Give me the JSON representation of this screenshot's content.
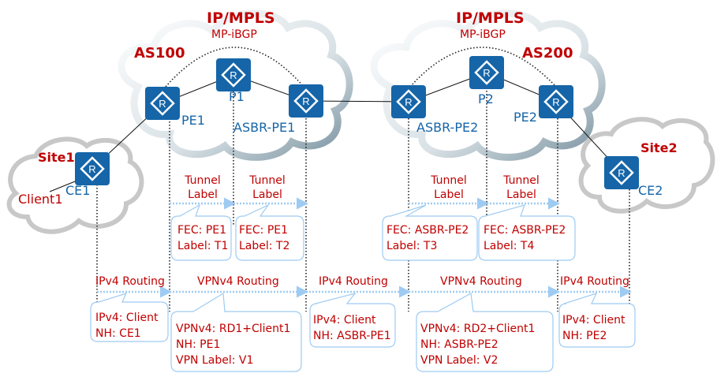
{
  "diagram": {
    "colors": {
      "title_red": "#c00000",
      "node_blue": "#1565a8",
      "router_fill": "#1565a8",
      "arrow_blue": "#9ecbf2",
      "callout_border": "#9ecbf2"
    },
    "domains": [
      {
        "id": "as100",
        "title": "IP/MPLS",
        "subtitle": "MP-iBGP",
        "as_label": "AS100"
      },
      {
        "id": "as200",
        "title": "IP/MPLS",
        "subtitle": "MP-iBGP",
        "as_label": "AS200"
      }
    ],
    "sites": [
      {
        "id": "site1",
        "label": "Site1",
        "client": "Client1"
      },
      {
        "id": "site2",
        "label": "Site2"
      }
    ],
    "routers": [
      {
        "id": "CE1",
        "label": "CE1",
        "icon": "router-icon"
      },
      {
        "id": "PE1",
        "label": "PE1",
        "icon": "router-icon"
      },
      {
        "id": "P1",
        "label": "P1",
        "icon": "router-icon"
      },
      {
        "id": "ASBR-PE1",
        "label": "ASBR-PE1",
        "icon": "router-icon"
      },
      {
        "id": "ASBR-PE2",
        "label": "ASBR-PE2",
        "icon": "router-icon"
      },
      {
        "id": "P2",
        "label": "P2",
        "icon": "router-icon"
      },
      {
        "id": "PE2",
        "label": "PE2",
        "icon": "router-icon"
      },
      {
        "id": "CE2",
        "label": "CE2",
        "icon": "router-icon"
      }
    ],
    "links": [
      [
        "CE1",
        "PE1"
      ],
      [
        "PE1",
        "P1"
      ],
      [
        "P1",
        "ASBR-PE1"
      ],
      [
        "ASBR-PE1",
        "ASBR-PE2"
      ],
      [
        "ASBR-PE2",
        "P2"
      ],
      [
        "P2",
        "PE2"
      ],
      [
        "PE2",
        "CE2"
      ]
    ],
    "tunnel_segments": [
      {
        "label_line1": "Tunnel",
        "label_line2": "Label",
        "fec": "FEC: PE1",
        "label": "Label: T1"
      },
      {
        "label_line1": "Tunnel",
        "label_line2": "Label",
        "fec": "FEC: PE1",
        "label": "Label: T2"
      },
      {
        "label_line1": "Tunnel",
        "label_line2": "Label",
        "fec": "FEC: ASBR-PE2",
        "label": "Label: T3"
      },
      {
        "label_line1": "Tunnel",
        "label_line2": "Label",
        "fec": "FEC: ASBR-PE2",
        "label": "Label: T4"
      }
    ],
    "routing_segments": [
      {
        "title": "IPv4 Routing",
        "lines": [
          "IPv4: Client",
          "NH: CE1"
        ]
      },
      {
        "title": "VPNv4 Routing",
        "lines": [
          "VPNv4: RD1+Client1",
          "NH: PE1",
          "VPN Label: V1"
        ]
      },
      {
        "title": "IPv4 Routing",
        "lines": [
          "IPv4: Client",
          "NH: ASBR-PE1"
        ]
      },
      {
        "title": "VPNv4 Routing",
        "lines": [
          "VPNv4: RD2+Client1",
          "NH: ASBR-PE2",
          "VPN Label: V2"
        ]
      },
      {
        "title": "IPv4 Routing",
        "lines": [
          "IPv4: Client",
          "NH: PE2"
        ]
      }
    ]
  }
}
